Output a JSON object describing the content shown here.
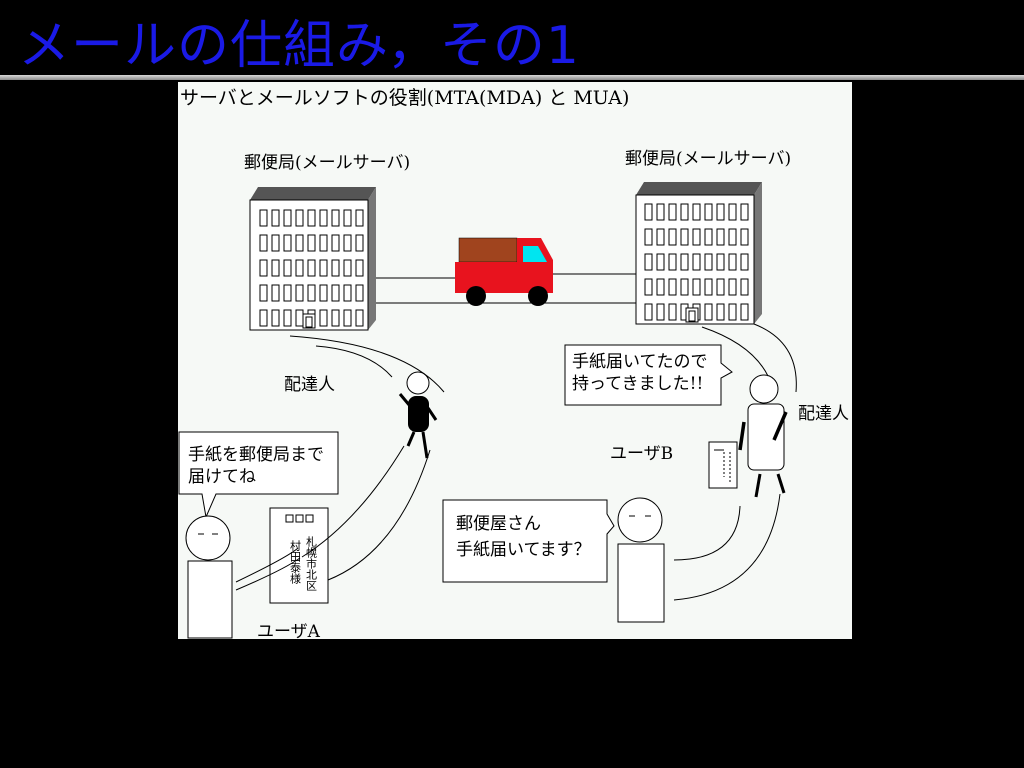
{
  "slide": {
    "title": "メールの仕組み，その1",
    "title_color": "#1a1ae6"
  },
  "figure": {
    "heading": "サーバとメールソフトの役割(MTA(MDA) と MUA)",
    "server_left_label": "郵便局(メールサーバ)",
    "server_right_label": "郵便局(メールサーバ)",
    "carrier_left_label": "配達人",
    "carrier_right_label": "配達人",
    "user_a_label": "ユーザA",
    "user_b_label": "ユーザB",
    "bubble_user_a": [
      "手紙を郵便局まで",
      "届けてね"
    ],
    "bubble_user_b": [
      "郵便屋さん",
      "手紙届いてます？"
    ],
    "bubble_carrier": [
      "手紙届いてたので",
      "持ってきました!!"
    ],
    "letter_address": [
      "札幌市北区",
      "村田泰様"
    ],
    "truck_body_color": "#e8131e",
    "truck_cargo_color": "#a0441e",
    "truck_window_color": "#00e5f0"
  }
}
